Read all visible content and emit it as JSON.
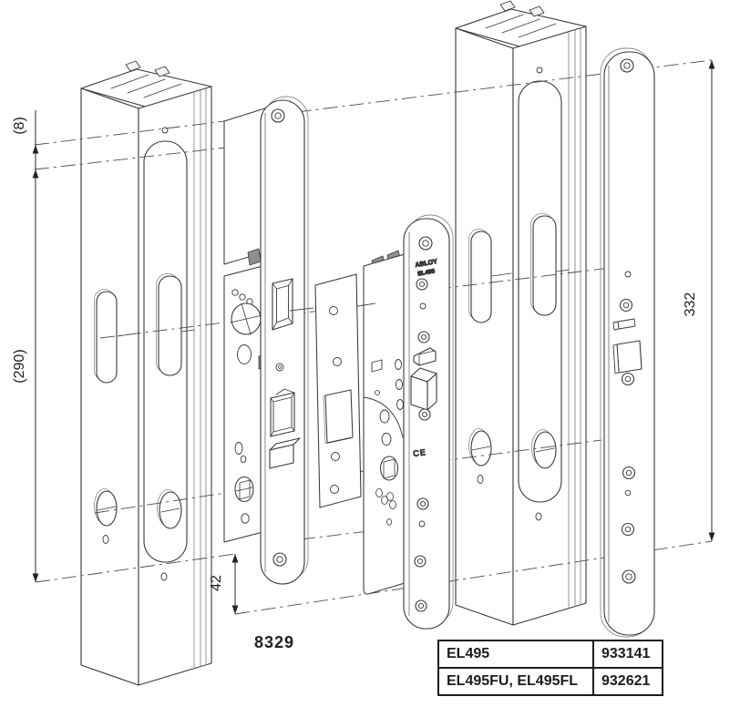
{
  "drawing": {
    "dimension_top_offset": "(8)",
    "dimension_left_height": "(290)",
    "dimension_right_height": "332",
    "dimension_bottom_offset": "42",
    "part_number": "8329",
    "faceplate_brand": "ABLOY",
    "faceplate_model": "EL495",
    "ce_mark": "CE"
  },
  "product_table": {
    "rows": [
      {
        "models": "EL495",
        "code": "933141"
      },
      {
        "models": "EL495FU, EL495FL",
        "code": "932621"
      }
    ]
  }
}
